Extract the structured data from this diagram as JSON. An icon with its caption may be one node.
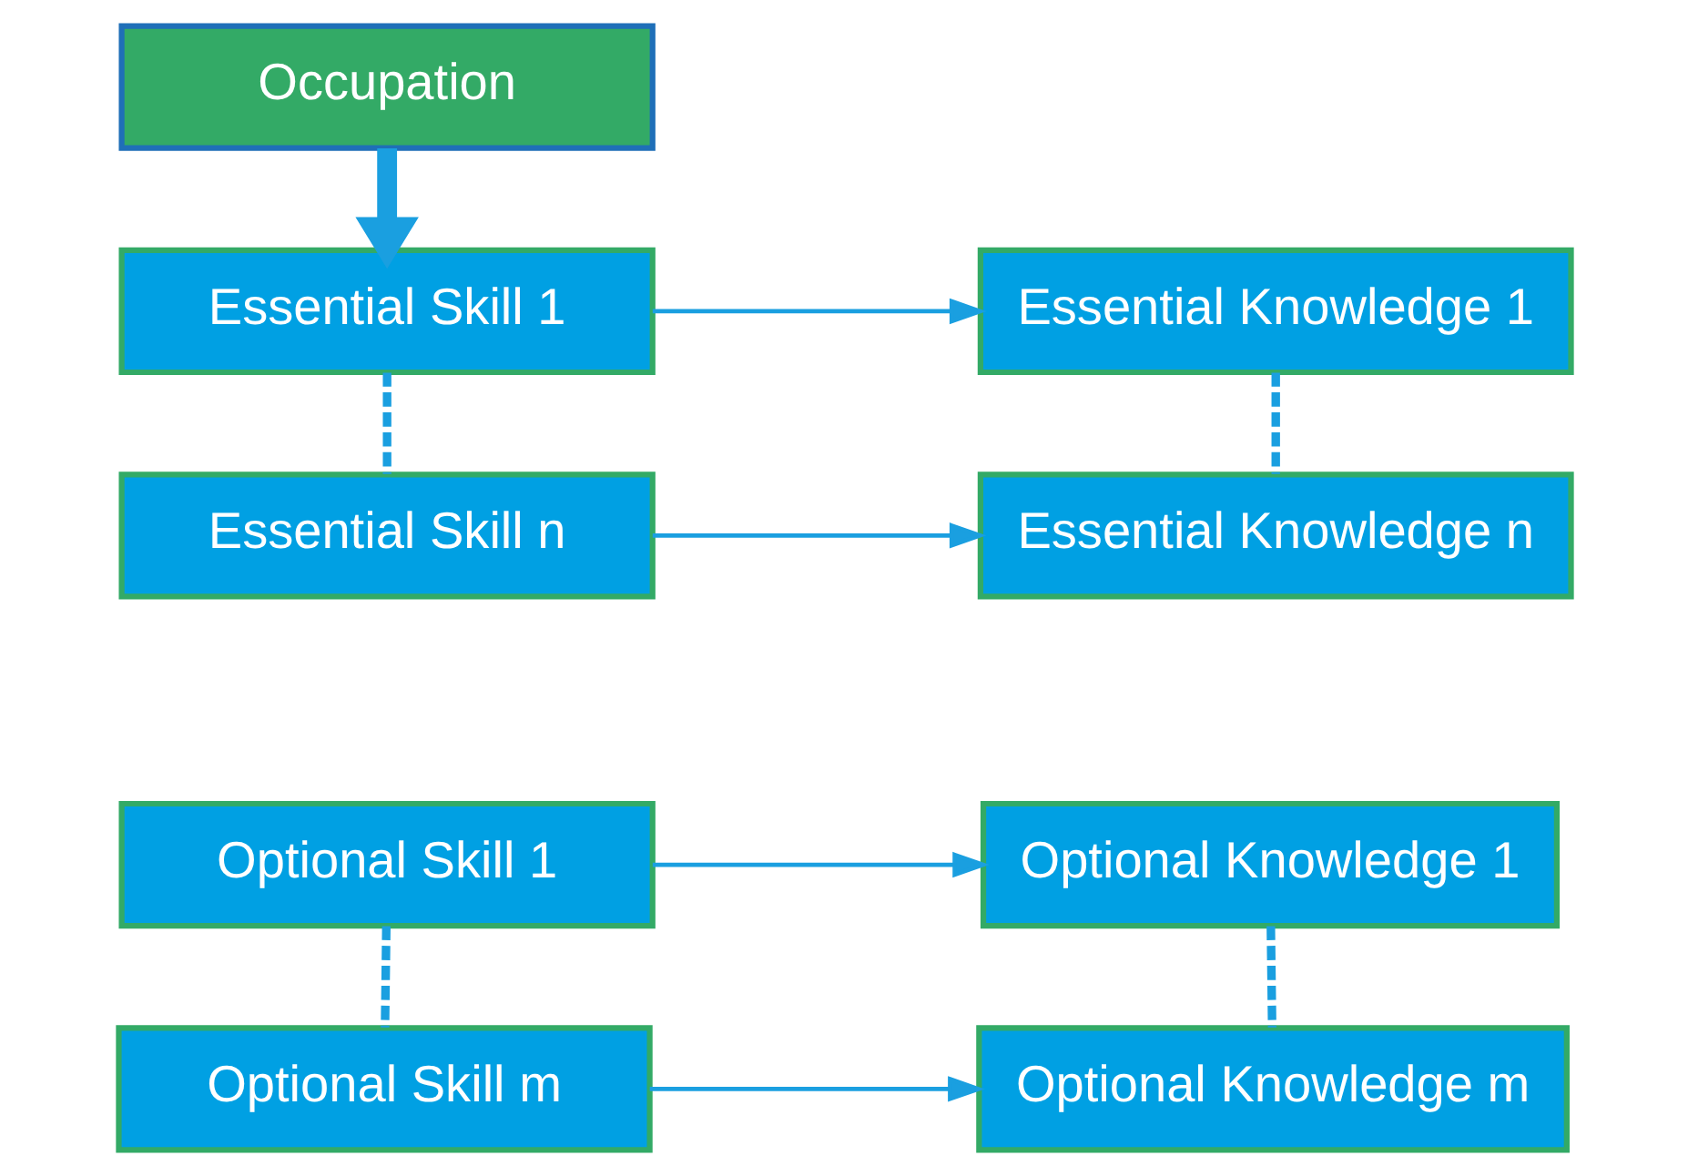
{
  "diagram": {
    "nodes": [
      {
        "text": [
          "Occupation"
        ]
      },
      {
        "text": [
          "Essential Skill 1"
        ]
      },
      {
        "text": [
          "Essential Knowledge 1"
        ]
      },
      {
        "text": [
          "Essential Skill n"
        ]
      },
      {
        "text": [
          "Essential Knowledge n"
        ]
      },
      {
        "text": [
          "Optional Skill 1"
        ]
      },
      {
        "text": [
          "Optional Knowledge 1"
        ]
      },
      {
        "text": [
          "Optional Skill m"
        ]
      },
      {
        "text": [
          "Optional Knowledge m"
        ]
      }
    ],
    "edges": [
      {
        "from": 0,
        "to": 1,
        "arrow": "to",
        "style": "thick"
      },
      {
        "from": 1,
        "to": 2,
        "arrow": "to"
      },
      {
        "from": 1,
        "to": 3,
        "arrow": "none",
        "style": "dashed"
      },
      {
        "from": 2,
        "to": 4,
        "arrow": "none",
        "style": "dashed"
      },
      {
        "from": 3,
        "to": 4,
        "arrow": "to"
      },
      {
        "from": 5,
        "to": 6,
        "arrow": "to"
      },
      {
        "from": 5,
        "to": 7,
        "arrow": "none",
        "style": "dashed"
      },
      {
        "from": 6,
        "to": 8,
        "arrow": "none",
        "style": "dashed"
      },
      {
        "from": 7,
        "to": 8,
        "arrow": "to"
      }
    ]
  }
}
